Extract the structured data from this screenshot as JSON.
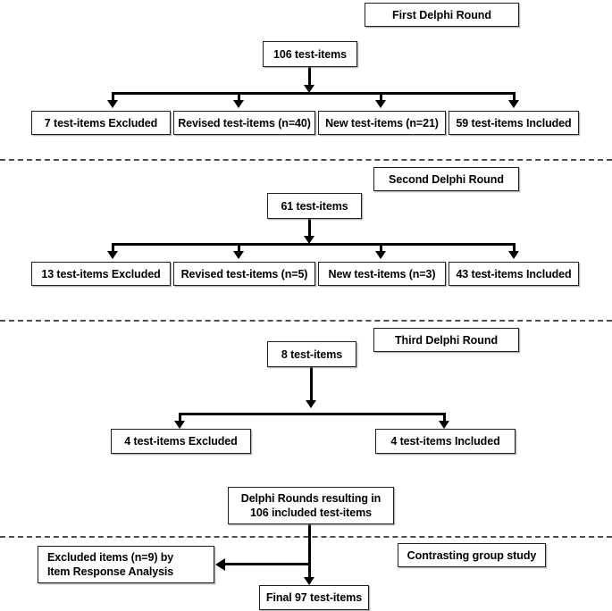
{
  "diagram": {
    "title": "Delphi rounds test-item selection flowchart",
    "type": "flowchart",
    "accent_color": "#000000",
    "separator_color": "#4d4d4d",
    "box_border_color": "#231f20",
    "background_color": "#ffffff"
  },
  "round1": {
    "header": "First Delphi Round",
    "source": "106 test-items",
    "outcomes": [
      "7 test-items Excluded",
      "Revised test-items (n=40)",
      "New test-items (n=21)",
      "59 test-items Included"
    ]
  },
  "round2": {
    "header": "Second Delphi Round",
    "source": "61 test-items",
    "outcomes": [
      "13 test-items Excluded",
      "Revised test-items (n=5)",
      "New test-items (n=3)",
      "43 test-items Included"
    ]
  },
  "round3": {
    "header": "Third Delphi Round",
    "source": "8 test-items",
    "outcomes": [
      "4 test-items Excluded",
      "4 test-items Included"
    ]
  },
  "summary": {
    "result_line1": "Delphi Rounds resulting in",
    "result_line2": "106 included test-items"
  },
  "contrasting": {
    "header": "Contrasting group study",
    "excluded_line1": "Excluded items (n=9) by",
    "excluded_line2": "Item Response Analysis",
    "final": "Final 97 test-items"
  }
}
